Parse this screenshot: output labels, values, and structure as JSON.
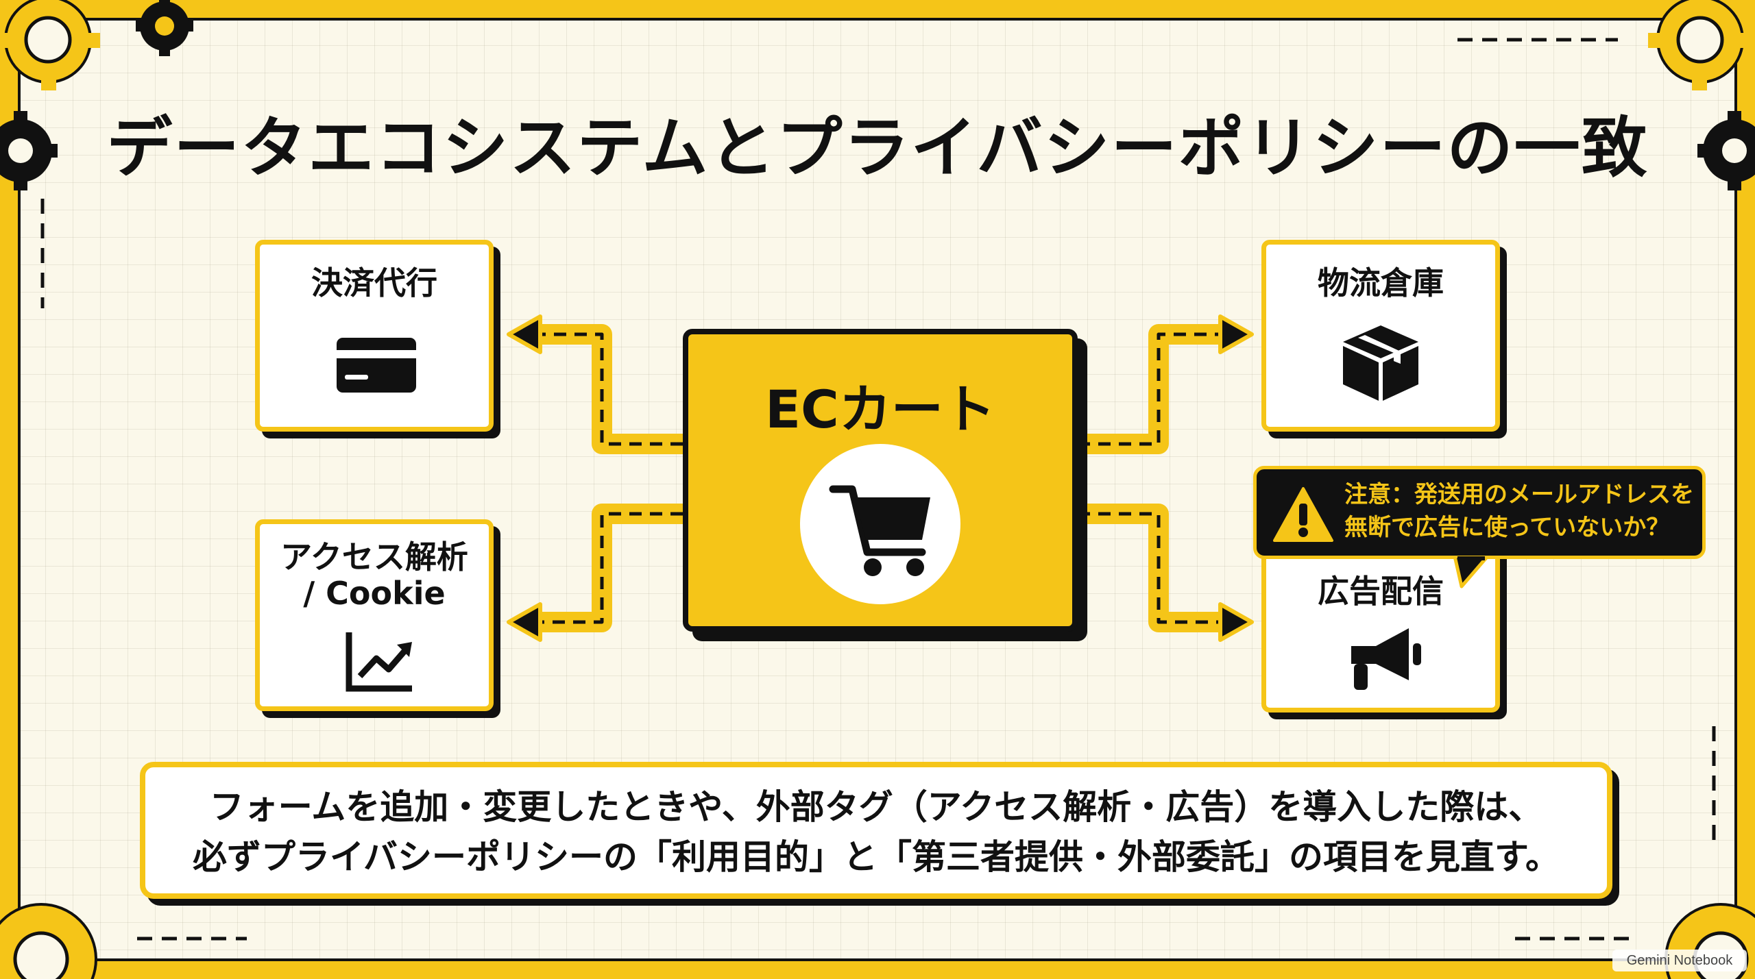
{
  "title": "データエコシステムとプライバシーポリシーの一致",
  "center": {
    "label": "ECカート",
    "icon": "shopping-cart-icon"
  },
  "nodes": {
    "payment": {
      "label": "決済代行",
      "icon": "credit-card-icon"
    },
    "analytics": {
      "label_line1": "アクセス解析",
      "label_line2": "/ Cookie",
      "icon": "line-chart-icon"
    },
    "logistics": {
      "label": "物流倉庫",
      "icon": "package-box-icon"
    },
    "ads": {
      "label": "広告配信",
      "icon": "megaphone-icon"
    }
  },
  "warning": {
    "line1": "注意：発送用のメールアドレスを",
    "line2": "無断で広告に使っていないか？",
    "icon": "warning-triangle-icon"
  },
  "note": {
    "line1": "フォームを追加・変更したときや、外部タグ（アクセス解析・広告）を導入した際は、",
    "line2": "必ずプライバシーポリシーの「利用目的」と「第三者提供・外部委託」の項目を見直す。"
  },
  "credit": "Gemini Notebook",
  "colors": {
    "accent": "#f5c518",
    "ink": "#111111",
    "paper": "#fbf8ea"
  }
}
